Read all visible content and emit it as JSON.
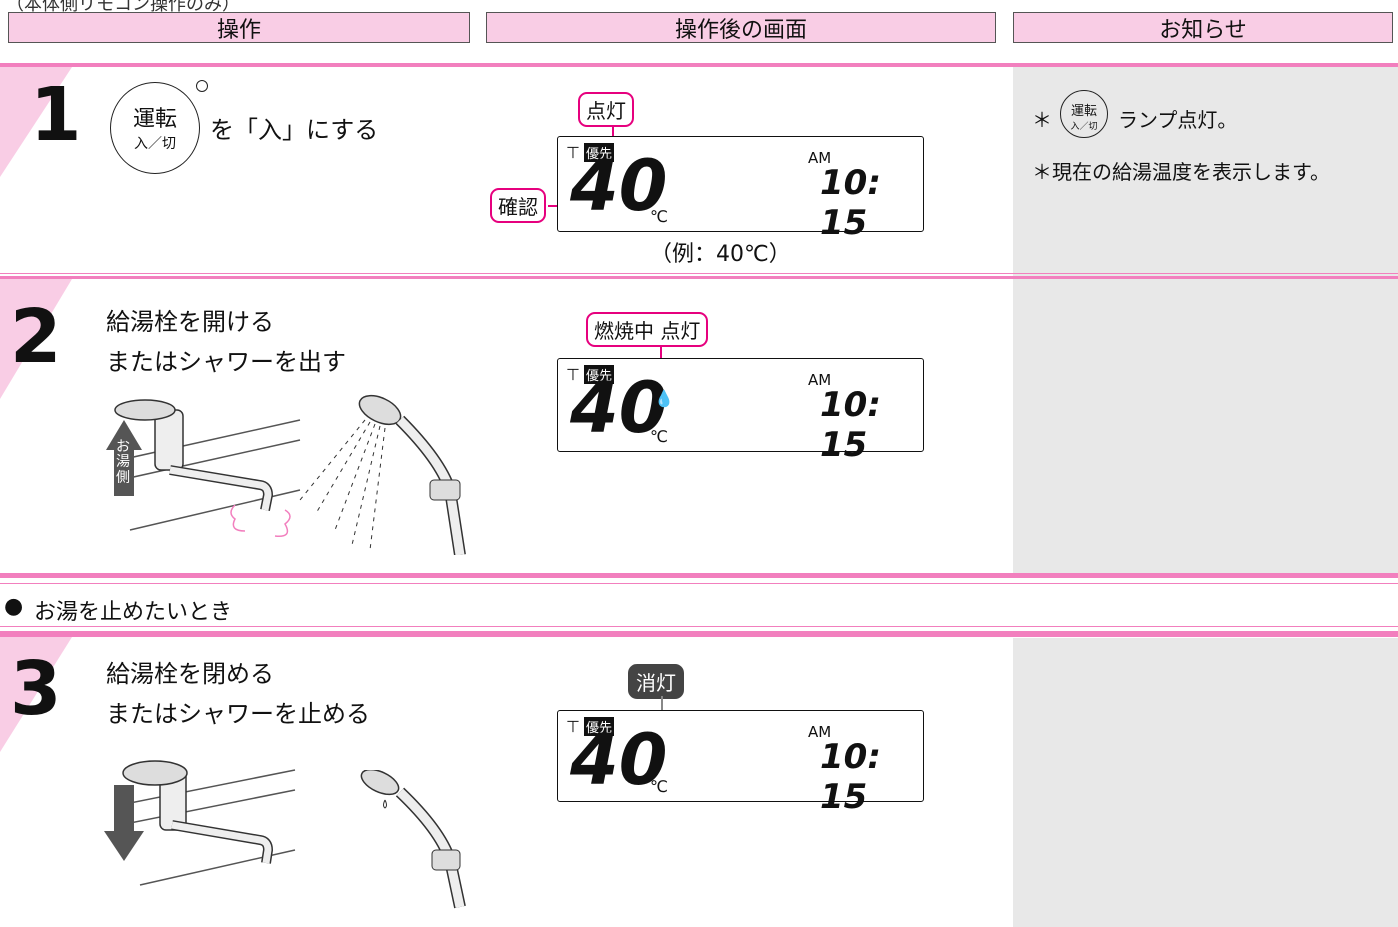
{
  "top_text": "（本体側リモコン操作のみ）",
  "headers": {
    "col1": "操作",
    "col2": "操作後の画面",
    "col3": "お知らせ"
  },
  "button": {
    "line1": "運転",
    "line2": "入／切"
  },
  "step1": {
    "num": "1",
    "action": "を「入」にする",
    "callout_top": "点灯",
    "callout_left": "確認",
    "example": "（例：40℃）",
    "note1": "ランプ点灯。",
    "note2": "＊現在の給湯温度を表示します。",
    "asterisk": "＊"
  },
  "step2": {
    "num": "2",
    "line1": "給湯栓を開ける",
    "line2": "またはシャワーを出す",
    "callout": "燃焼中 点灯",
    "hot_label": "お湯側"
  },
  "section": {
    "bullet": "●",
    "title": "お湯を止めたいとき"
  },
  "step3": {
    "num": "3",
    "line1": "給湯栓を閉める",
    "line2": "またはシャワーを止める",
    "callout": "消灯"
  },
  "lcd": {
    "priority": "優先",
    "temp": "40",
    "unit": "℃",
    "ampm": "AM",
    "time": "10: 15"
  },
  "colors": {
    "accent": "#e6007e",
    "header_bg": "#f9cde5",
    "band": "#f27fbe",
    "notes_bg": "#e8e8e8"
  }
}
